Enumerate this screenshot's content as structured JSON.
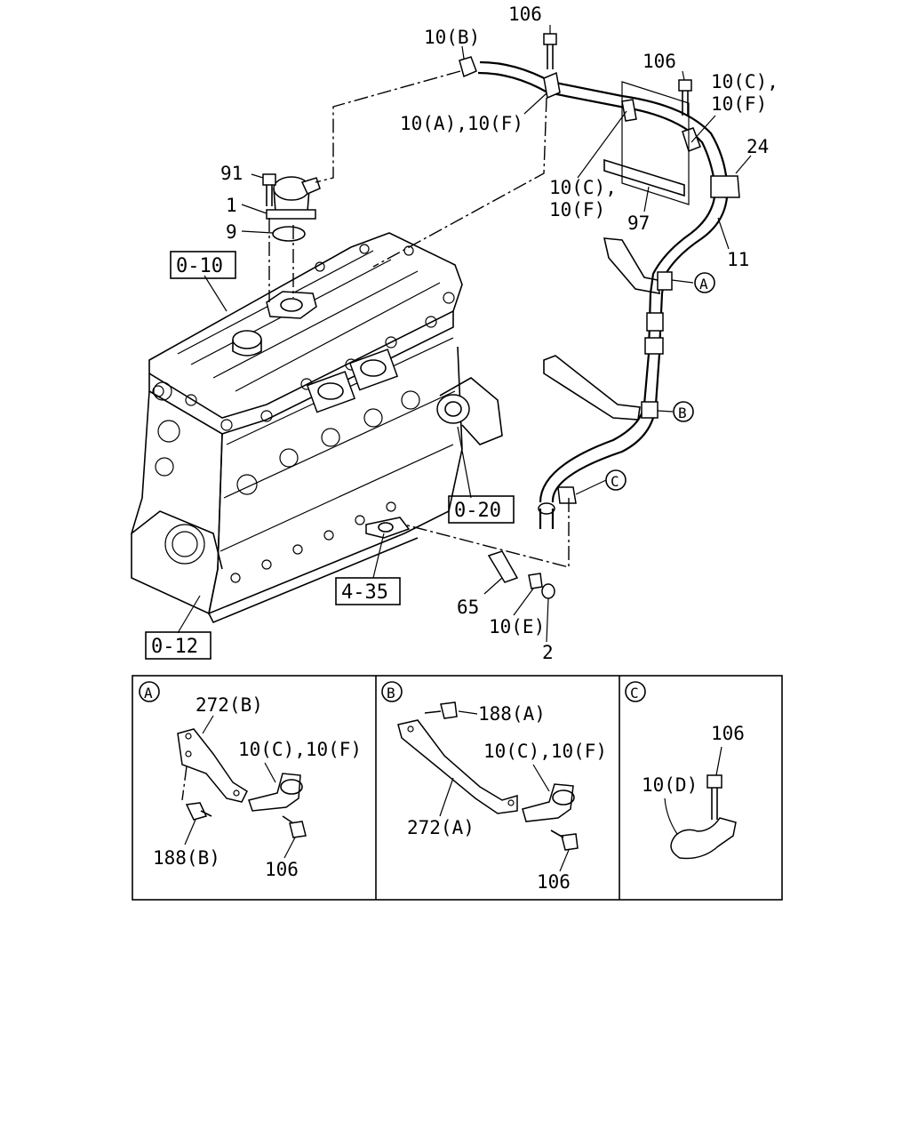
{
  "main_labels": {
    "l106_top": "106",
    "l10b": "10(B)",
    "l10a10f": "10(A),10(F)",
    "l106_right": "106",
    "l10c_comma": "10(C),",
    "l10f_a": "10(F)",
    "l24": "24",
    "l91": "91",
    "l1": "1",
    "l9": "9",
    "l10c_mid": "10(C),",
    "l10f_mid": "10(F)",
    "l97": "97",
    "l11": "11",
    "l65": "65",
    "l10e": "10(E)",
    "l2": "2"
  },
  "ref_boxes": {
    "b0_10": "0-10",
    "b0_20": "0-20",
    "b4_35": "4-35",
    "b0_12": "0-12"
  },
  "callouts": {
    "a": "A",
    "b": "B",
    "c": "C"
  },
  "detail_a": {
    "letter": "A",
    "l272b": "272(B)",
    "l10c10f": "10(C),10(F)",
    "l188b": "188(B)",
    "l106": "106"
  },
  "detail_b": {
    "letter": "B",
    "l188a": "188(A)",
    "l10c10f": "10(C),10(F)",
    "l272a": "272(A)",
    "l106": "106"
  },
  "detail_c": {
    "letter": "C",
    "l106": "106",
    "l10d": "10(D)"
  }
}
